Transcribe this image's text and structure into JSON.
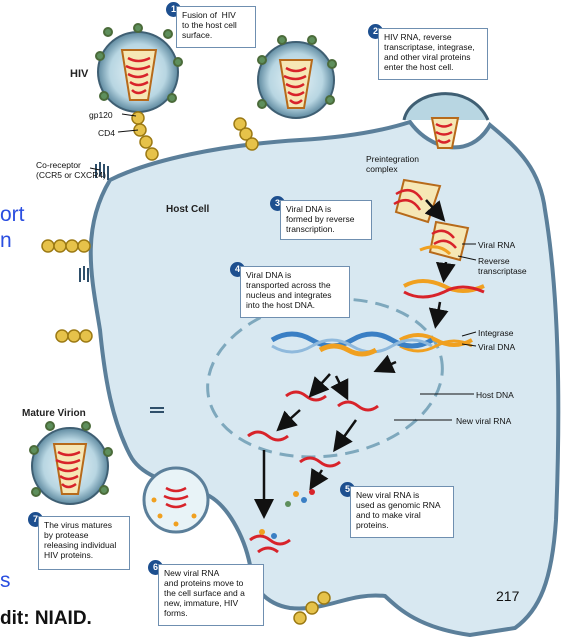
{
  "headings": {
    "hiv": "HIV",
    "host_cell": "Host Cell",
    "mature_virion": "Mature Virion"
  },
  "labels": {
    "gp120": "gp120",
    "cd4": "CD4",
    "coreceptor": "Co-receptor\n(CCR5 or CXCR4)",
    "preintegration": "Preintegration\ncomplex",
    "viral_rna": "Viral RNA",
    "reverse_transcriptase": "Reverse\ntranscriptase",
    "integrase": "Integrase",
    "viral_dna": "Viral DNA",
    "host_dna": "Host DNA",
    "new_viral_rna": "New viral RNA"
  },
  "steps": [
    {
      "number": "1",
      "text": "Fusion of  HIV\nto the host cell\nsurface."
    },
    {
      "number": "2",
      "text": "HIV RNA, reverse\ntranscriptase, integrase,\nand other viral proteins\nenter the host cell."
    },
    {
      "number": "3",
      "text": "Viral DNA is\nformed by reverse\ntranscription."
    },
    {
      "number": "4",
      "text": "Viral DNA is\ntransported across the\nnucleus and integrates\ninto the host DNA."
    },
    {
      "number": "5",
      "text": "New viral RNA is\nused as genomic RNA\nand to make viral\nproteins."
    },
    {
      "number": "6",
      "text": "New viral RNA\nand proteins move to\nthe cell surface and a\nnew, immature, HIV\nforms."
    },
    {
      "number": "7",
      "text": "The virus matures\nby protease\nreleasing individual\nHIV proteins."
    }
  ],
  "slide": {
    "left_fragment_1": "ort",
    "left_fragment_2": "n",
    "left_fragment_3": "s",
    "credit": "dit: NIAID.",
    "page_number": "217"
  },
  "colors": {
    "cell_fill": "#d8e8f1",
    "membrane": "#5b7f9a",
    "viral_rna": "#d8232a",
    "viral_dna": "#f0a020",
    "host_dna": "#3a7fc4",
    "step_badge": "#1d4f8f",
    "slide_text": "#2a4ee0"
  }
}
